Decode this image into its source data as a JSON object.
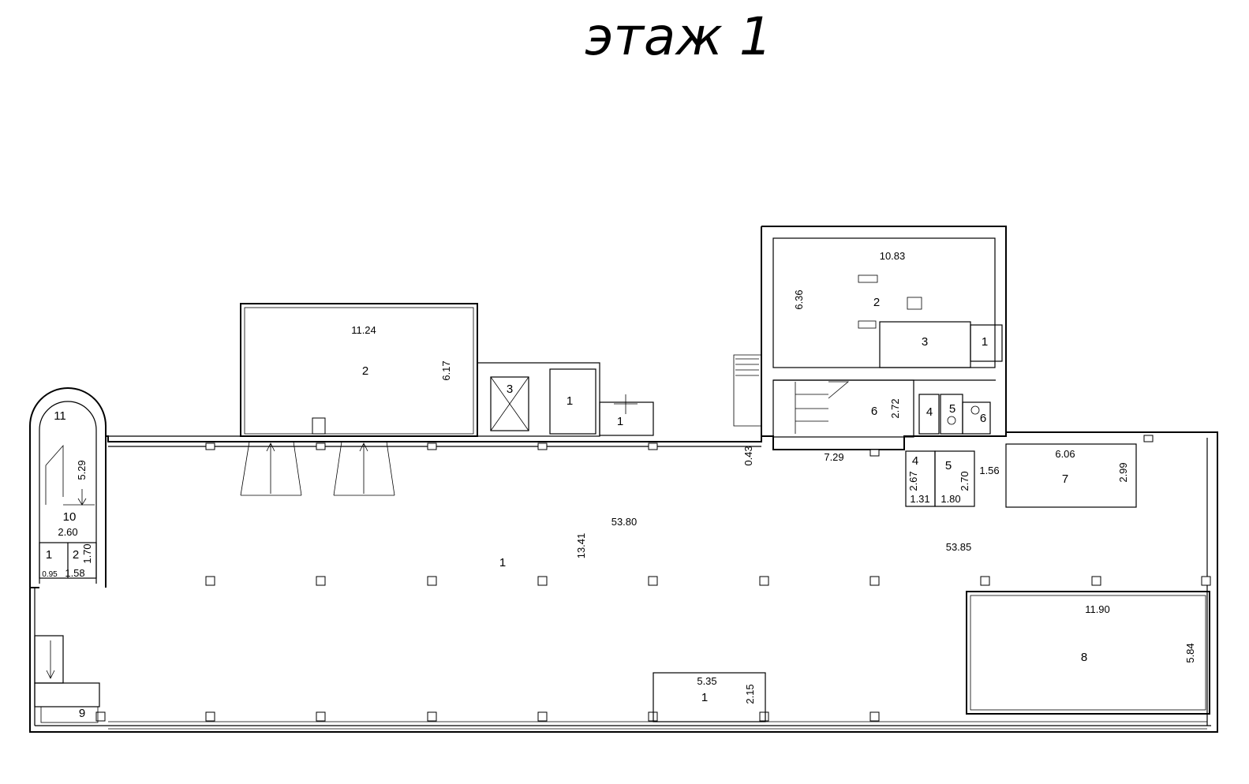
{
  "title": "этаж 1",
  "rooms": {
    "main_hall": {
      "number": "1",
      "width": "53.80",
      "width_right": "53.85",
      "depth": "13.41"
    },
    "showroom": {
      "number": "2",
      "width": "11.24",
      "depth": "6.17"
    },
    "elevator": {
      "number": "3"
    },
    "closet_a": {
      "number": "1"
    },
    "closet_b": {
      "number": "1"
    },
    "office_2": {
      "number": "2",
      "width": "10.83",
      "depth": "6.36"
    },
    "office_3": {
      "number": "3"
    },
    "office_1": {
      "number": "1"
    },
    "stair_room": {
      "number": "6",
      "depth": "2.72"
    },
    "wc_4": {
      "number": "4"
    },
    "wc_5": {
      "number": "5"
    },
    "wc_6": {
      "number": "6"
    },
    "corridor": {
      "width": "7.29",
      "offset": "0.43"
    },
    "room_4b": {
      "number": "4",
      "depth": "2.67",
      "width": "1.31"
    },
    "room_5b": {
      "number": "5",
      "depth": "2.70",
      "width": "1.80"
    },
    "gap": {
      "value": "1.56"
    },
    "room_7": {
      "number": "7",
      "width": "6.06",
      "depth": "2.99"
    },
    "room_8": {
      "number": "8",
      "width": "11.90",
      "depth": "5.84"
    },
    "niche": {
      "number": "1",
      "width": "5.35",
      "depth": "2.15"
    },
    "stair_11": {
      "number": "11"
    },
    "stair_10": {
      "number": "10",
      "depth": "5.29",
      "width": "2.60"
    },
    "small_1": {
      "number": "1",
      "width": "0.95"
    },
    "small_2": {
      "number": "2",
      "width": "1.58",
      "depth": "1.70"
    },
    "room_9": {
      "number": "9"
    }
  }
}
